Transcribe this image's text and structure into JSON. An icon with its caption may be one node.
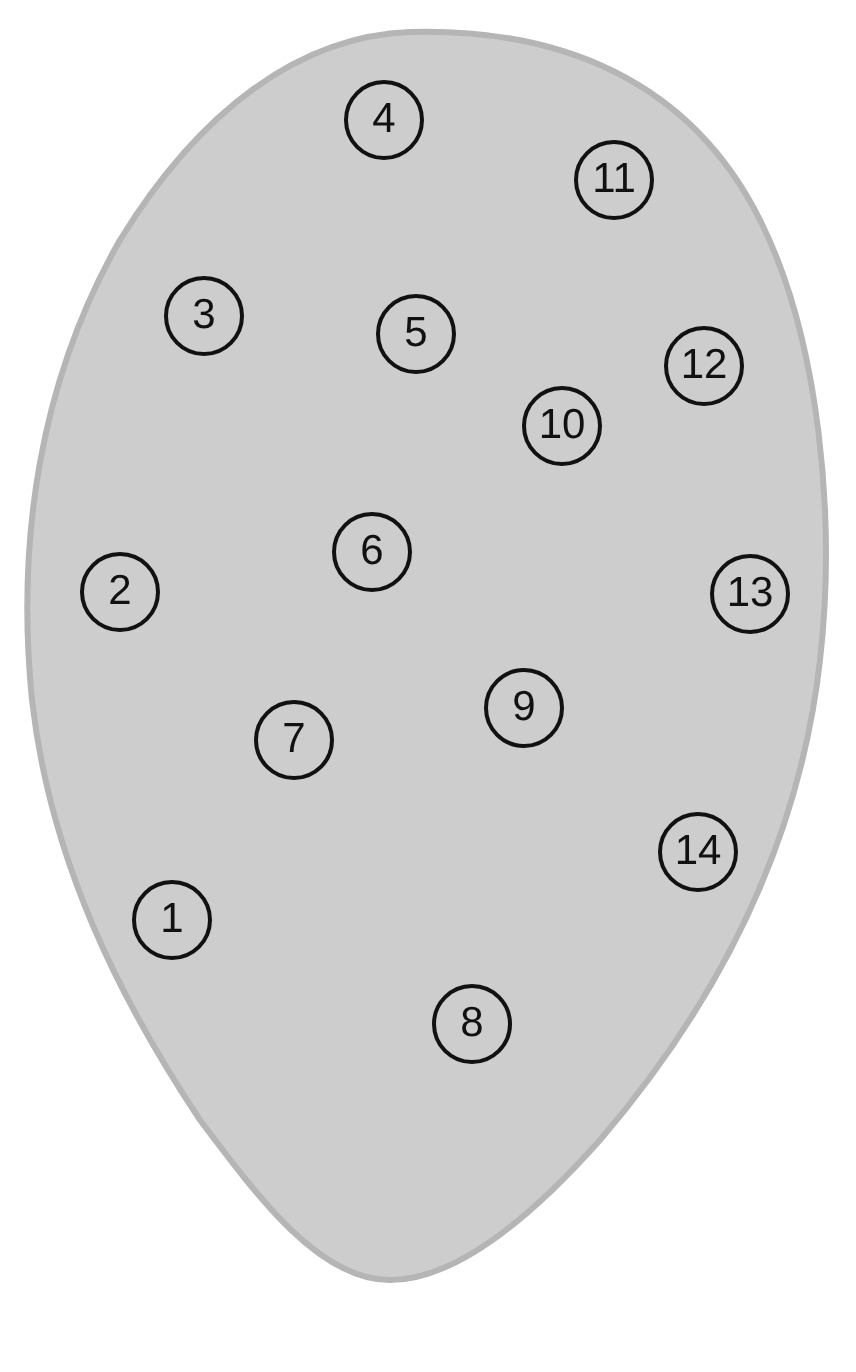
{
  "diagram": {
    "nodes": [
      {
        "text": [
          "4"
        ]
      },
      {
        "text": [
          "11"
        ]
      },
      {
        "text": [
          "3"
        ]
      },
      {
        "text": [
          "5"
        ]
      },
      {
        "text": [
          "12"
        ]
      },
      {
        "text": [
          "10"
        ]
      },
      {
        "text": [
          "6"
        ]
      },
      {
        "text": [
          "2"
        ]
      },
      {
        "text": [
          "13"
        ]
      },
      {
        "text": [
          "9"
        ]
      },
      {
        "text": [
          "7"
        ]
      },
      {
        "text": [
          "14"
        ]
      },
      {
        "text": [
          "1"
        ]
      },
      {
        "text": [
          "8"
        ]
      }
    ]
  }
}
